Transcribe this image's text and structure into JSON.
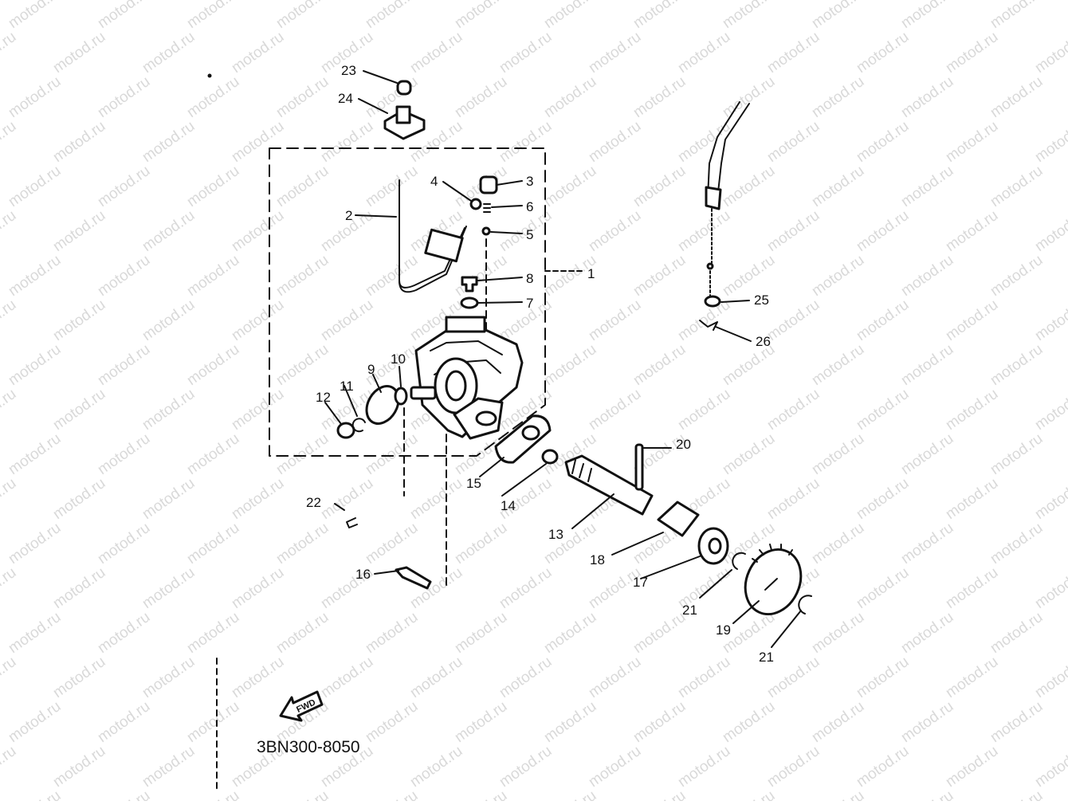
{
  "watermark": "motod.ru",
  "diagram_code": "3BN300-8050",
  "fwd_label": "FWD",
  "callouts": [
    "1",
    "2",
    "3",
    "4",
    "5",
    "6",
    "7",
    "8",
    "9",
    "10",
    "11",
    "12",
    "13",
    "14",
    "15",
    "16",
    "17",
    "18",
    "19",
    "20",
    "21",
    "21",
    "22",
    "23",
    "24",
    "25",
    "26"
  ],
  "colors": {
    "ink": "#111111",
    "watermark": "#d9d9d9",
    "background": "#ffffff"
  }
}
